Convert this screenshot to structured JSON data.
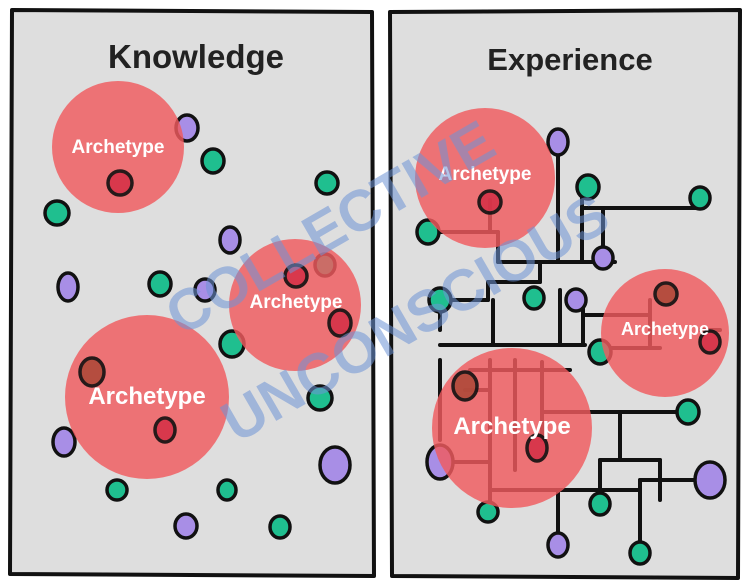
{
  "panels": [
    {
      "title": "Knowledge"
    },
    {
      "title": "Experience"
    }
  ],
  "archetype_label": "Archetype",
  "watermark": {
    "line1": "COLLECTIVE",
    "line2": "UNCONSCIOUS"
  },
  "colors": {
    "panel_fill": "#dedede",
    "stroke": "#111111",
    "teal": "#1fbf8f",
    "purple": "#a88ee6",
    "red_node": "#d63248",
    "archetype": "#f05a5e",
    "watermark": "#6f94d6",
    "wire": "#111111"
  }
}
